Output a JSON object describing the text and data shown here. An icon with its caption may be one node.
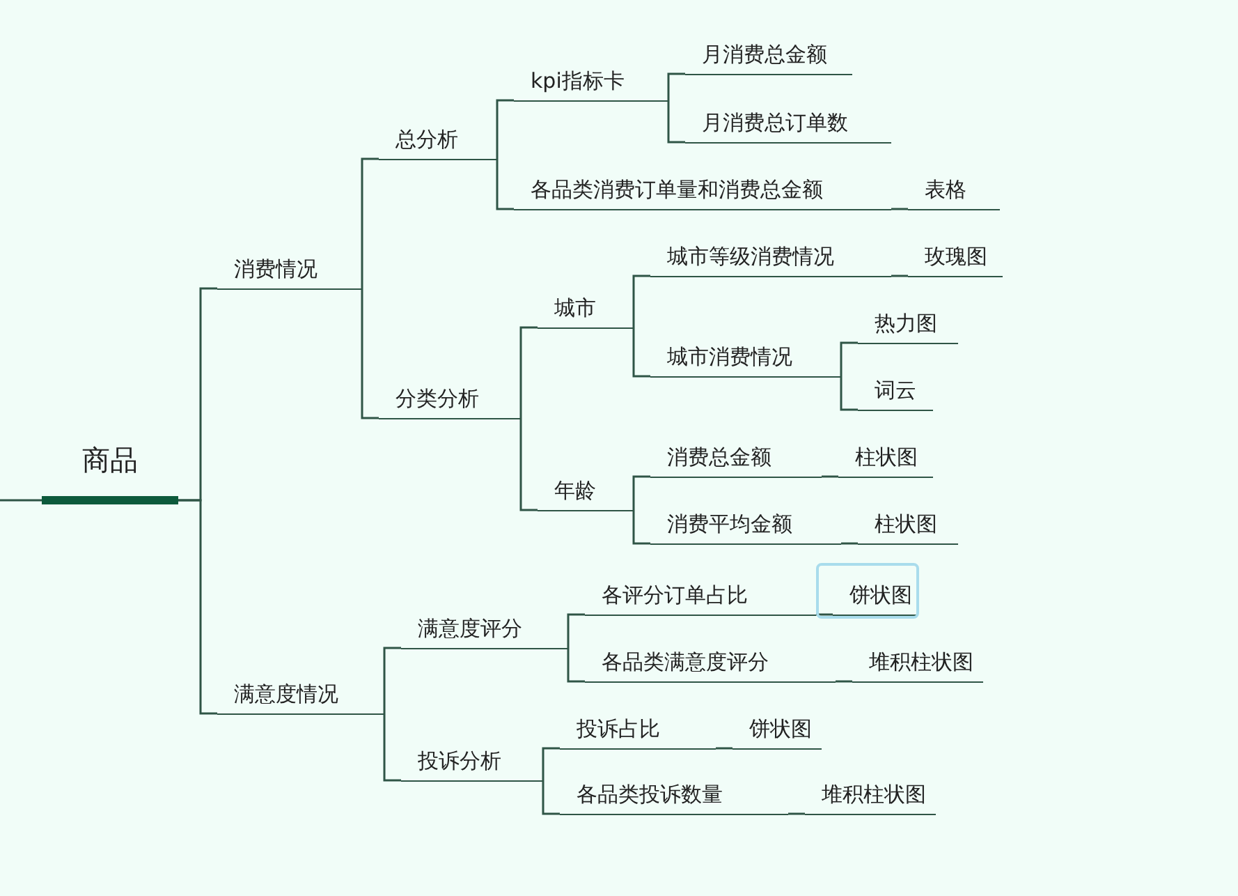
{
  "diagram": {
    "nodes": [
      {
        "text": [
          "商品"
        ]
      },
      {
        "text": [
          "消费情况"
        ]
      },
      {
        "text": [
          "总分析"
        ]
      },
      {
        "text": [
          "kpi指标卡"
        ]
      },
      {
        "text": [
          "月消费总金额"
        ]
      },
      {
        "text": [
          "月消费总订单数"
        ]
      },
      {
        "text": [
          "各品类消费订单量和消费总金额"
        ]
      },
      {
        "text": [
          "表格"
        ]
      },
      {
        "text": [
          "分类分析"
        ]
      },
      {
        "text": [
          "城市"
        ]
      },
      {
        "text": [
          "城市等级消费情况"
        ]
      },
      {
        "text": [
          "玫瑰图"
        ]
      },
      {
        "text": [
          "城市消费情况"
        ]
      },
      {
        "text": [
          "热力图"
        ]
      },
      {
        "text": [
          "词云"
        ]
      },
      {
        "text": [
          "年龄"
        ]
      },
      {
        "text": [
          "消费总金额"
        ]
      },
      {
        "text": [
          "柱状图"
        ]
      },
      {
        "text": [
          "消费平均金额"
        ]
      },
      {
        "text": [
          "柱状图"
        ]
      },
      {
        "text": [
          "满意度情况"
        ]
      },
      {
        "text": [
          "满意度评分"
        ]
      },
      {
        "text": [
          "各评分订单占比"
        ]
      },
      {
        "text": [
          "饼状图"
        ]
      },
      {
        "text": [
          "各品类满意度评分"
        ]
      },
      {
        "text": [
          "堆积柱状图"
        ]
      },
      {
        "text": [
          "投诉分析"
        ]
      },
      {
        "text": [
          "投诉占比"
        ]
      },
      {
        "text": [
          "饼状图"
        ]
      },
      {
        "text": [
          "各品类投诉数量"
        ]
      },
      {
        "text": [
          "堆积柱状图"
        ]
      }
    ],
    "edges": [
      {
        "from": 0,
        "to": 1,
        "arrow": "none"
      },
      {
        "from": 1,
        "to": 2,
        "arrow": "none"
      },
      {
        "from": 2,
        "to": 3,
        "arrow": "none"
      },
      {
        "from": 3,
        "to": 4,
        "arrow": "none"
      },
      {
        "from": 3,
        "to": 5,
        "arrow": "none"
      },
      {
        "from": 2,
        "to": 6,
        "arrow": "none"
      },
      {
        "from": 6,
        "to": 7,
        "arrow": "none"
      },
      {
        "from": 1,
        "to": 8,
        "arrow": "none"
      },
      {
        "from": 8,
        "to": 9,
        "arrow": "none"
      },
      {
        "from": 9,
        "to": 10,
        "arrow": "none"
      },
      {
        "from": 10,
        "to": 11,
        "arrow": "none"
      },
      {
        "from": 9,
        "to": 12,
        "arrow": "none"
      },
      {
        "from": 12,
        "to": 13,
        "arrow": "none"
      },
      {
        "from": 12,
        "to": 14,
        "arrow": "none"
      },
      {
        "from": 8,
        "to": 15,
        "arrow": "none"
      },
      {
        "from": 15,
        "to": 16,
        "arrow": "none"
      },
      {
        "from": 16,
        "to": 17,
        "arrow": "none"
      },
      {
        "from": 15,
        "to": 18,
        "arrow": "none"
      },
      {
        "from": 18,
        "to": 19,
        "arrow": "none"
      },
      {
        "from": 0,
        "to": 20,
        "arrow": "none"
      },
      {
        "from": 20,
        "to": 21,
        "arrow": "none"
      },
      {
        "from": 21,
        "to": 22,
        "arrow": "none"
      },
      {
        "from": 22,
        "to": 23,
        "arrow": "none"
      },
      {
        "from": 21,
        "to": 24,
        "arrow": "none"
      },
      {
        "from": 24,
        "to": 25,
        "arrow": "none"
      },
      {
        "from": 20,
        "to": 26,
        "arrow": "none"
      },
      {
        "from": 26,
        "to": 27,
        "arrow": "none"
      },
      {
        "from": 27,
        "to": 28,
        "arrow": "none"
      },
      {
        "from": 26,
        "to": 29,
        "arrow": "none"
      },
      {
        "from": 29,
        "to": 30,
        "arrow": "none"
      }
    ]
  }
}
